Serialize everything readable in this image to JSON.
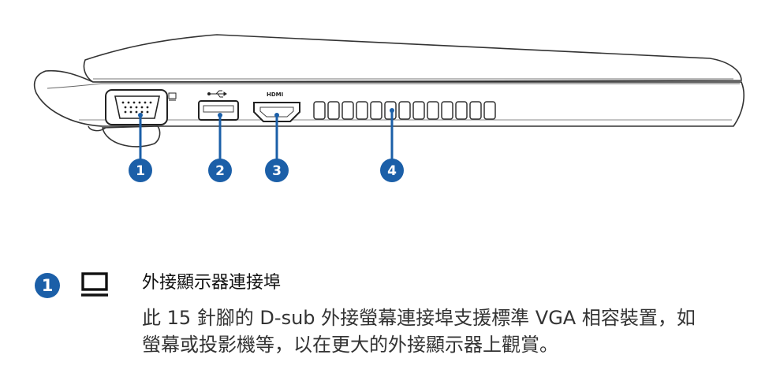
{
  "figure": {
    "port_labels": {
      "hdmi": "HDMI"
    },
    "callouts": [
      "1",
      "2",
      "3",
      "4"
    ],
    "icons": [
      "monitor-icon",
      "usb-icon",
      "hdmi-port-icon",
      "vga-port-icon",
      "air-vent-icon"
    ],
    "colors": {
      "callout": "#1b5fa8",
      "outline": "#333333",
      "body": "#ffffff"
    }
  },
  "legend": {
    "number": "1",
    "icon": "monitor-icon",
    "title": "外接顯示器連接埠",
    "description": "此 15 針腳的 D-sub 外接螢幕連接埠支援標準 VGA 相容裝置，如螢幕或投影機等，以在更大的外接顯示器上觀賞。"
  }
}
